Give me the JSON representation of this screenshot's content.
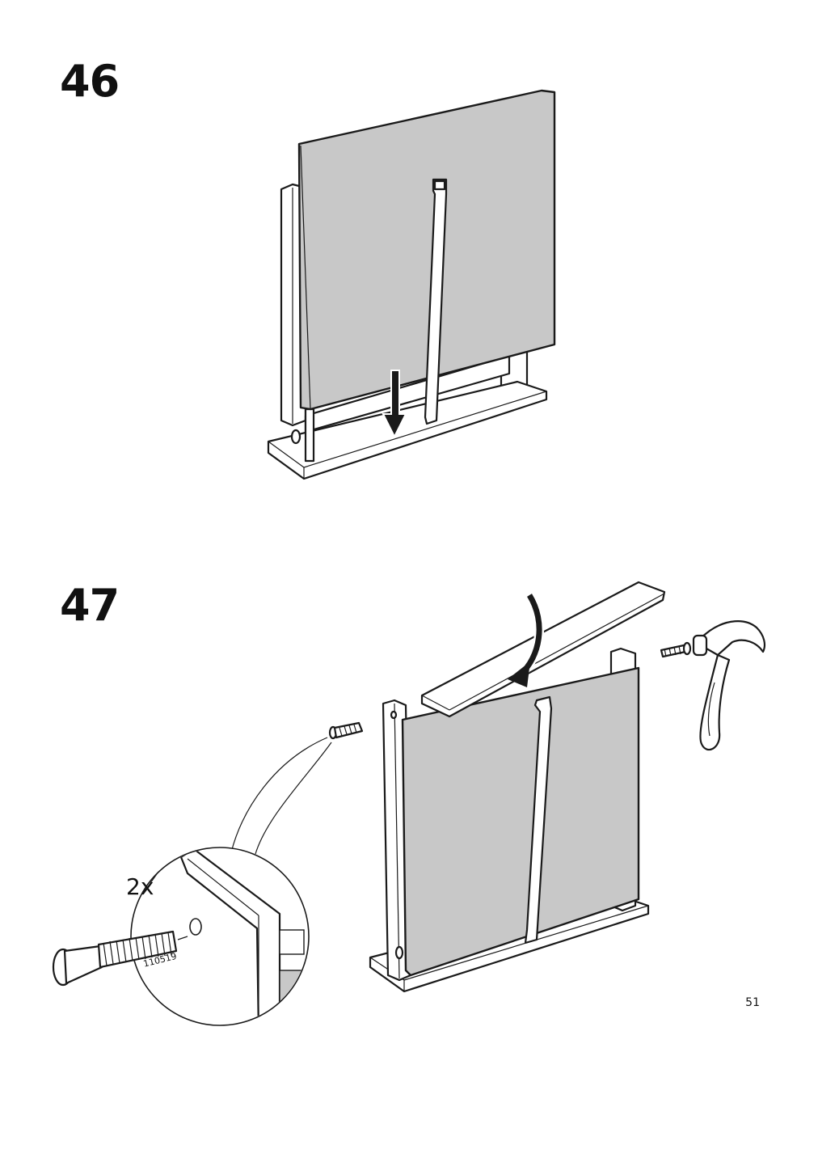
{
  "steps": [
    {
      "number": "46"
    },
    {
      "number": "47"
    }
  ],
  "callout": {
    "quantity": "2x",
    "part_number": "110519"
  },
  "page": {
    "number": "51"
  },
  "colors": {
    "panel_fill": "#c8c8c8",
    "ink": "#1a1a1a",
    "background": "#ffffff"
  },
  "icons": [
    "down-arrow-icon",
    "curved-arrow-icon",
    "hammer-icon",
    "dowel-icon",
    "screw-icon"
  ]
}
